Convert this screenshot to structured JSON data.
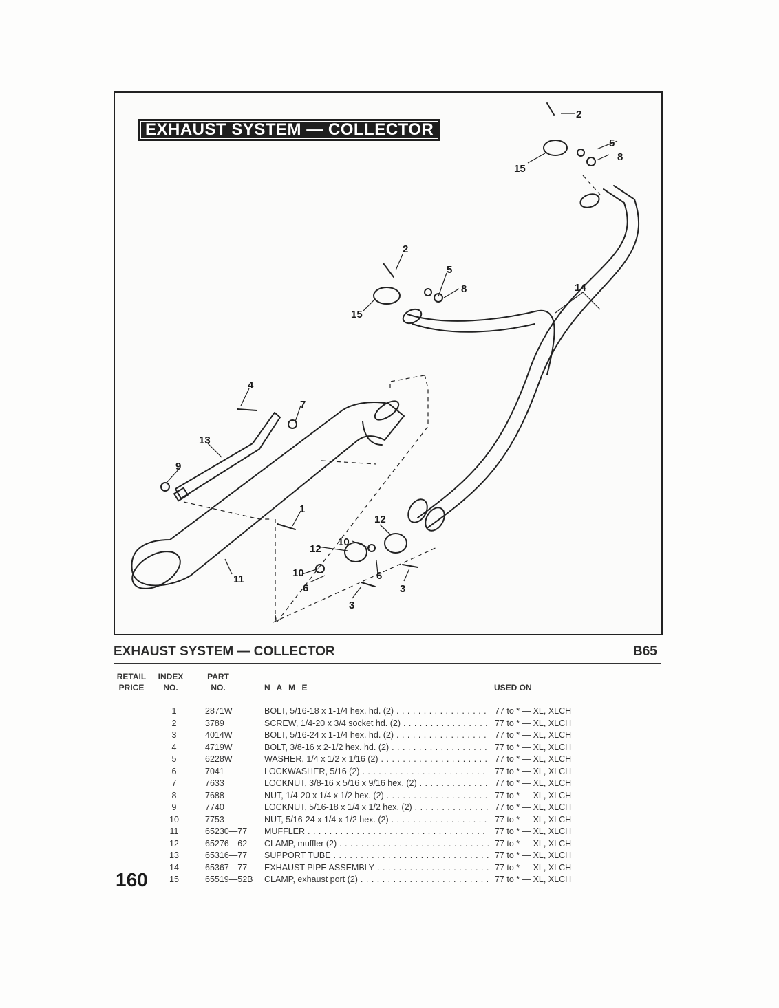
{
  "diagram": {
    "banner_title": "EXHAUST SYSTEM — COLLECTOR",
    "callouts": [
      "1",
      "2",
      "3",
      "4",
      "5",
      "6",
      "7",
      "8",
      "9",
      "10",
      "11",
      "12",
      "13",
      "14",
      "15"
    ]
  },
  "section": {
    "title": "EXHAUST SYSTEM — COLLECTOR",
    "code": "B65"
  },
  "table": {
    "headers": {
      "retail_price": "RETAIL PRICE",
      "index_no": "INDEX NO.",
      "part_no": "PART NO.",
      "name": "N A M E",
      "used_on": "USED ON"
    },
    "rows": [
      {
        "index": "1",
        "part": "2871W",
        "name": "BOLT, 5/16-18 x 1-1/4 hex. hd. (2)",
        "used_on": "77 to * — XL, XLCH"
      },
      {
        "index": "2",
        "part": "3789",
        "name": "SCREW, 1/4-20 x 3/4 socket hd. (2)",
        "used_on": "77 to * — XL, XLCH"
      },
      {
        "index": "3",
        "part": "4014W",
        "name": "BOLT, 5/16-24 x 1-1/4 hex. hd. (2)",
        "used_on": "77 to * — XL, XLCH"
      },
      {
        "index": "4",
        "part": "4719W",
        "name": "BOLT, 3/8-16 x 2-1/2 hex. hd. (2)",
        "used_on": "77 to * — XL, XLCH"
      },
      {
        "index": "5",
        "part": "6228W",
        "name": "WASHER, 1/4 x 1/2 x 1/16 (2)",
        "used_on": "77 to * — XL, XLCH"
      },
      {
        "index": "6",
        "part": "7041",
        "name": "LOCKWASHER, 5/16 (2)",
        "used_on": "77 to * — XL, XLCH"
      },
      {
        "index": "7",
        "part": "7633",
        "name": "LOCKNUT, 3/8-16 x 5/16 x 9/16 hex. (2)",
        "used_on": "77 to * — XL, XLCH"
      },
      {
        "index": "8",
        "part": "7688",
        "name": "NUT, 1/4-20 x 1/4 x 1/2 hex. (2)",
        "used_on": "77 to * — XL, XLCH"
      },
      {
        "index": "9",
        "part": "7740",
        "name": "LOCKNUT, 5/16-18 x 1/4 x 1/2 hex. (2)",
        "used_on": "77 to * — XL, XLCH"
      },
      {
        "index": "10",
        "part": "7753",
        "name": "NUT, 5/16-24 x 1/4 x 1/2 hex. (2)",
        "used_on": "77 to * — XL, XLCH"
      },
      {
        "index": "11",
        "part": "65230—77",
        "name": "MUFFLER",
        "used_on": "77 to * — XL, XLCH"
      },
      {
        "index": "12",
        "part": "65276—62",
        "name": "CLAMP, muffler (2)",
        "used_on": "77 to * — XL, XLCH"
      },
      {
        "index": "13",
        "part": "65316—77",
        "name": "SUPPORT TUBE",
        "used_on": "77 to * — XL, XLCH"
      },
      {
        "index": "14",
        "part": "65367—77",
        "name": "EXHAUST PIPE ASSEMBLY",
        "used_on": "77 to * — XL, XLCH"
      },
      {
        "index": "15",
        "part": "65519—52B",
        "name": "CLAMP, exhaust port (2)",
        "used_on": "77 to * — XL, XLCH"
      }
    ]
  },
  "page_number": "160"
}
